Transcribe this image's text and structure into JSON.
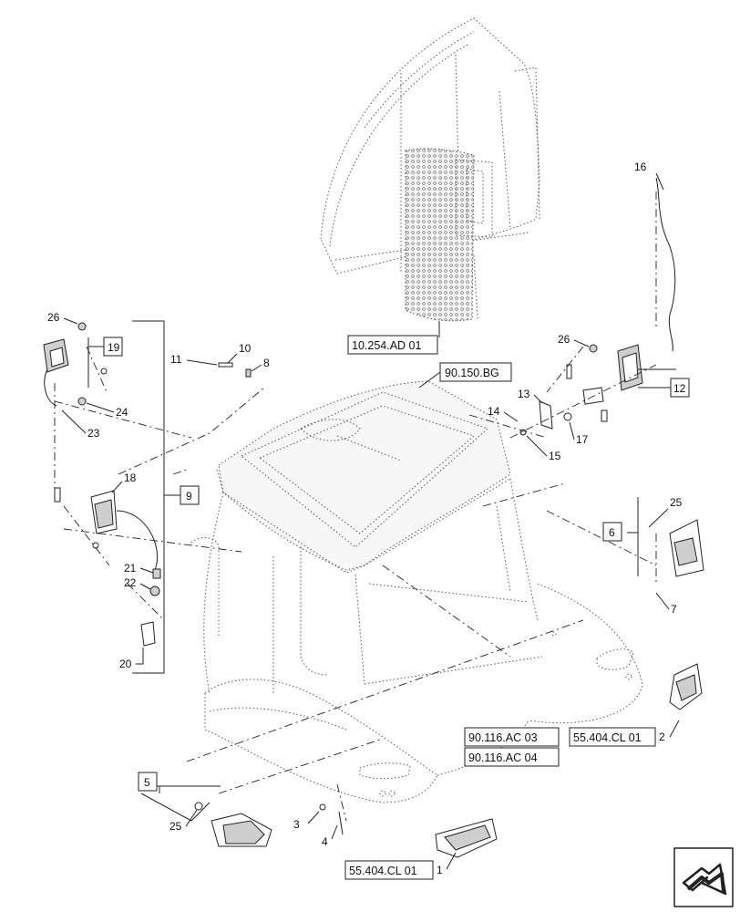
{
  "callouts": {
    "n1": "1",
    "n2": "2",
    "n3": "3",
    "n4": "4",
    "n5": "5",
    "n6": "6",
    "n7": "7",
    "n8": "8",
    "n9": "9",
    "n10": "10",
    "n11": "11",
    "n12": "12",
    "n13": "13",
    "n14": "14",
    "n15": "15",
    "n16": "16",
    "n17": "17",
    "n18": "18",
    "n19": "19",
    "n20": "20",
    "n21": "21",
    "n22": "22",
    "n23": "23",
    "n24": "24",
    "n25a": "25",
    "n25b": "25",
    "n26a": "26",
    "n26b": "26"
  },
  "references": {
    "r_10254": "10.254.AD 01",
    "r_90150": "90.150.BG",
    "r_90116_03": "90.116.AC 03",
    "r_90116_04": "90.116.AC 04",
    "r_55404_2": "55.404.CL 01",
    "r_55404_1": "55.404.CL 01"
  },
  "nav": {
    "icon": "next-page-arrow-icon"
  }
}
